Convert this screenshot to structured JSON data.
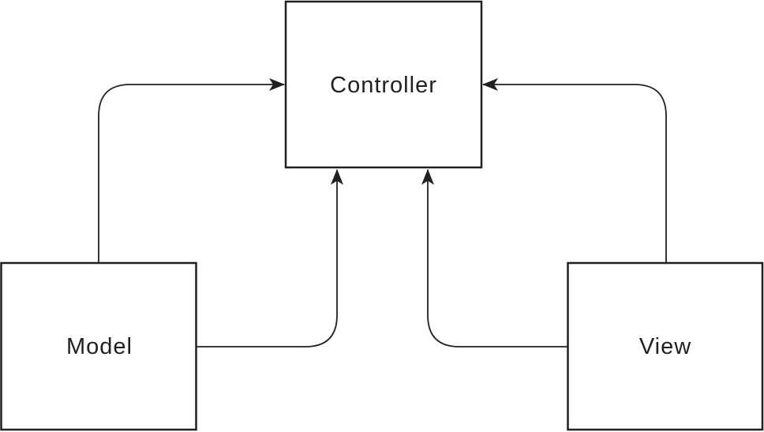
{
  "diagram": {
    "type": "flow-diagram",
    "nodes": [
      {
        "id": "controller",
        "label": "Controller",
        "position": "top-center"
      },
      {
        "id": "model",
        "label": "Model",
        "position": "bottom-left"
      },
      {
        "id": "view",
        "label": "View",
        "position": "bottom-right"
      }
    ],
    "edges": [
      {
        "from": "model",
        "to": "controller",
        "route": "from-model-top-up-then-right",
        "enters": "controller-left-side",
        "arrowhead": "right"
      },
      {
        "from": "view",
        "to": "controller",
        "route": "from-view-top-up-then-left",
        "enters": "controller-right-side",
        "arrowhead": "left"
      },
      {
        "from": "model",
        "to": "controller",
        "route": "from-model-right-then-up",
        "enters": "controller-bottom",
        "arrowhead": "up"
      },
      {
        "from": "view",
        "to": "controller",
        "route": "from-view-left-then-up",
        "enters": "controller-bottom",
        "arrowhead": "up"
      }
    ],
    "colors": {
      "ink": "#231f20",
      "node_fill": "#ffffff",
      "background": "#ffffff"
    }
  }
}
